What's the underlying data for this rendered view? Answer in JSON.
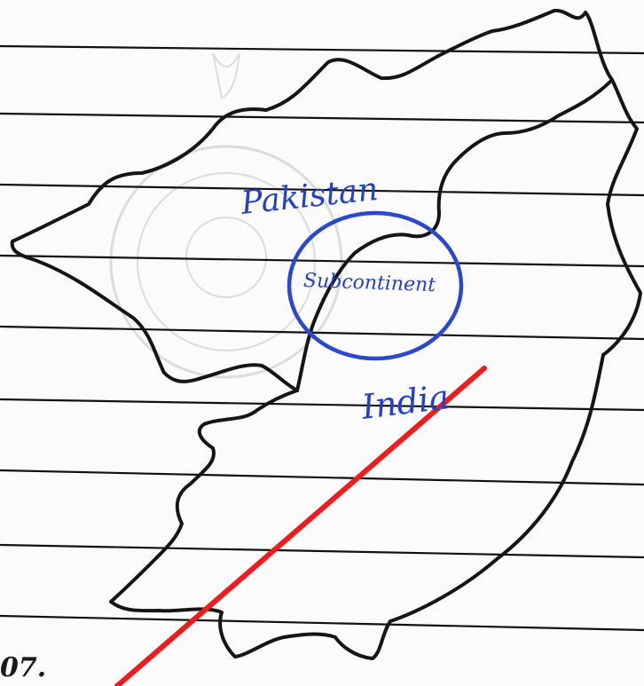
{
  "sheet": {
    "paper_color": "#fbfbfb",
    "rule_color": "#111111",
    "stamp_color": "#c9c9c9"
  },
  "map": {
    "outline_color": "#151515",
    "ink_color": "#2440c8",
    "labels": {
      "pakistan": "Pakistan",
      "subcontinent": "Subcontinent",
      "india": "India"
    },
    "circle_color": "#2a48cc"
  },
  "mark": {
    "color": "#ee1c1c",
    "icon": "strike-line"
  },
  "margin_number": "07."
}
